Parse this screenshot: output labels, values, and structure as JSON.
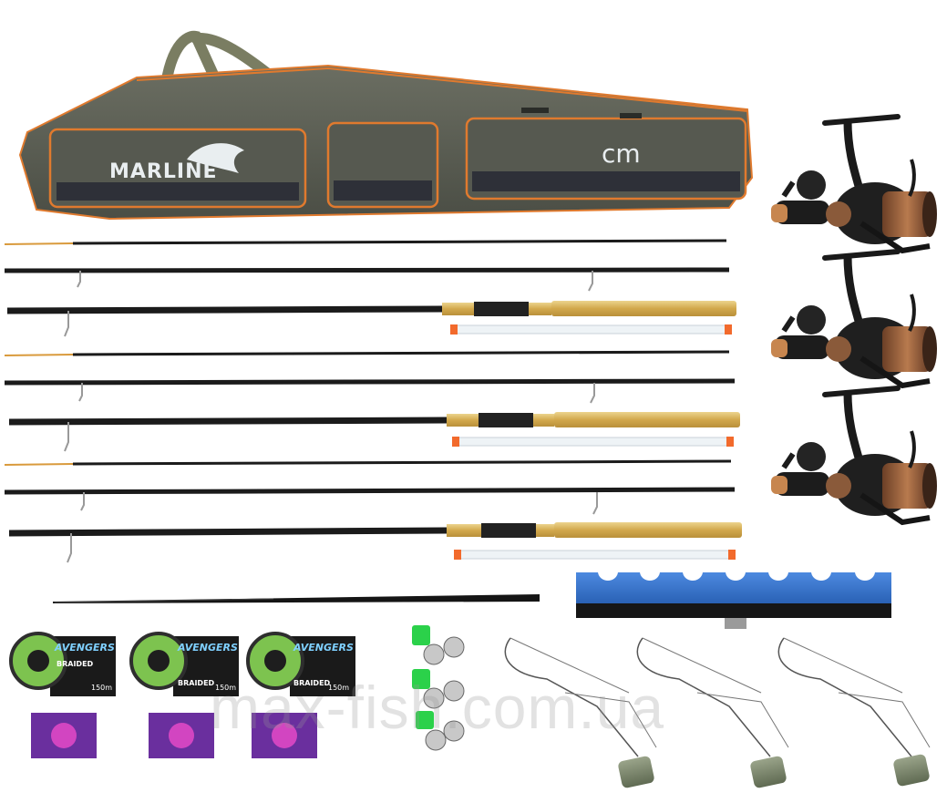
{
  "bag": {
    "brand": "MARLINE",
    "pocket_mark": "cm"
  },
  "line_pack": {
    "brand": "AVENGERS",
    "type": "BRAIDED",
    "length": "150m"
  },
  "watermark": "max-fish.com.ua",
  "colors": {
    "bag_body": "#5d6055",
    "bag_trim": "#e07a2e",
    "rod_blank": "#1b1b1b",
    "cork_handle": "#d9b35a",
    "reel_spool": "#8a5a3a",
    "rod_rest": "#2f6fc9",
    "line_green": "#8fcf5a"
  },
  "icons": [
    "rod-bag",
    "feeder-rod",
    "spinning-reel",
    "rod-rest",
    "braided-line",
    "bite-alarm-bell",
    "feeder-rig"
  ]
}
